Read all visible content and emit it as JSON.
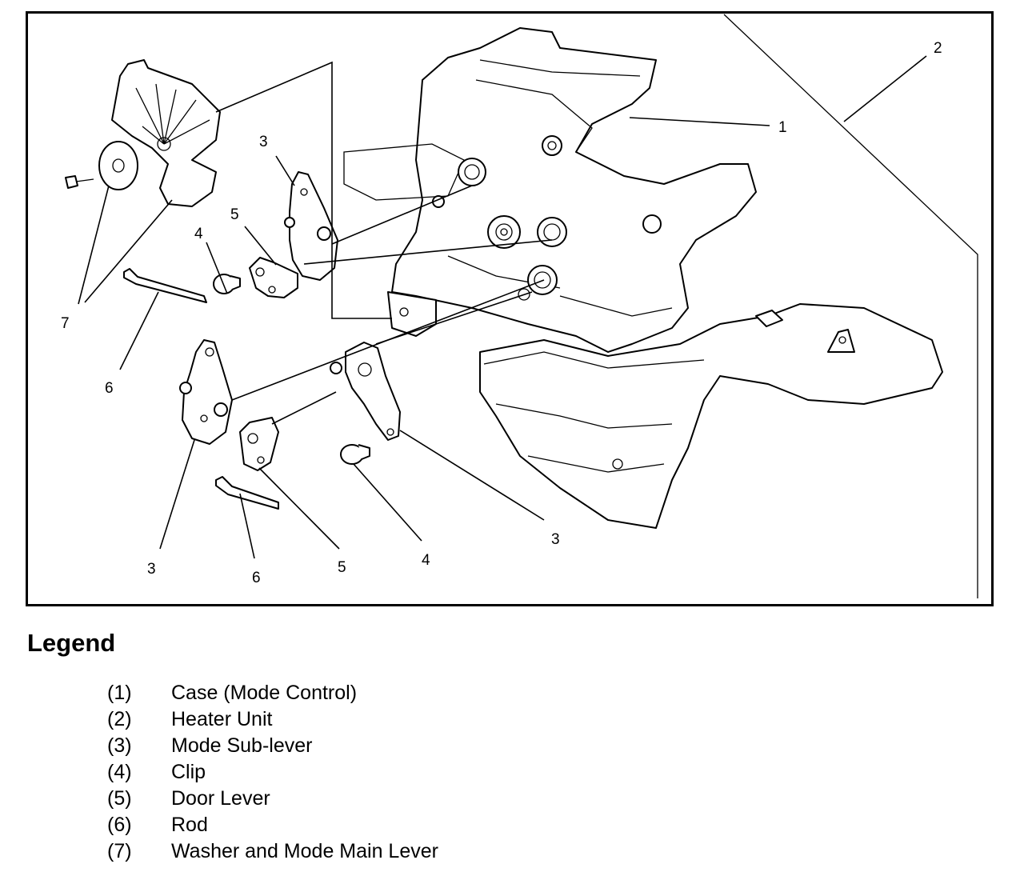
{
  "callouts": {
    "c1": "1",
    "c2": "2",
    "c3_a": "3",
    "c3_b": "3",
    "c3_c": "3",
    "c4_a": "4",
    "c4_b": "4",
    "c5_a": "5",
    "c5_b": "5",
    "c6_a": "6",
    "c6_b": "6",
    "c7": "7"
  },
  "legend": {
    "title": "Legend",
    "items": [
      {
        "num": "(1)",
        "text": "Case (Mode Control)"
      },
      {
        "num": "(2)",
        "text": "Heater Unit"
      },
      {
        "num": "(3)",
        "text": "Mode Sub-lever"
      },
      {
        "num": "(4)",
        "text": "Clip"
      },
      {
        "num": "(5)",
        "text": "Door Lever"
      },
      {
        "num": "(6)",
        "text": "Rod"
      },
      {
        "num": "(7)",
        "text": "Washer and Mode Main Lever"
      }
    ]
  }
}
